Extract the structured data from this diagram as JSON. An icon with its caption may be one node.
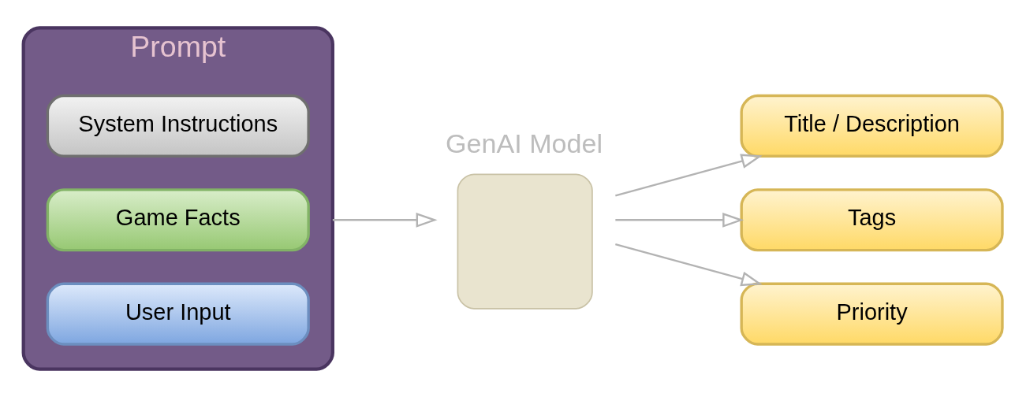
{
  "diagram": {
    "nodes": [
      {
        "text": [
          "Prompt"
        ]
      },
      {
        "text": [
          "System Instructions"
        ],
        "in": 0
      },
      {
        "text": [
          "Game Facts"
        ],
        "in": 0
      },
      {
        "text": [
          "User Input"
        ],
        "in": 0
      },
      {
        "text": [
          "GenAI Model"
        ]
      },
      {
        "text": [
          "Title / Description"
        ]
      },
      {
        "text": [
          "Tags"
        ]
      },
      {
        "text": [
          "Priority"
        ]
      }
    ],
    "edges": [
      {
        "from": 0,
        "to": 4,
        "arrow": "to"
      },
      {
        "from": 4,
        "to": 5,
        "arrow": "to"
      },
      {
        "from": 4,
        "to": 6,
        "arrow": "to"
      },
      {
        "from": 4,
        "to": 7,
        "arrow": "to"
      }
    ]
  }
}
